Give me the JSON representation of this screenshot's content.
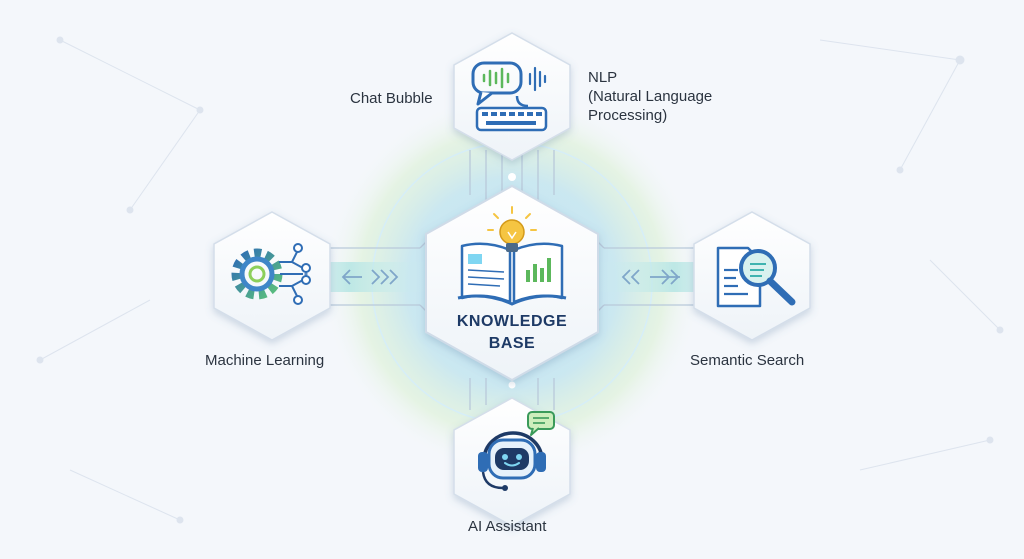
{
  "center": {
    "title_line1": "KNOWLEDGE",
    "title_line2": "BASE",
    "icon": "book-lightbulb-icon"
  },
  "nodes": {
    "top": {
      "label": "Chat Bubble",
      "icon": "chat-keyboard-icon"
    },
    "top_right_label": {
      "line1": "NLP",
      "line2": "(Natural Language",
      "line3": "Processing)"
    },
    "left": {
      "label": "Machine Learning",
      "icon": "gear-network-icon"
    },
    "right": {
      "label": "Semantic Search",
      "icon": "document-magnifier-icon"
    },
    "bottom": {
      "label": "AI Assistant",
      "icon": "robot-headset-icon"
    }
  },
  "colors": {
    "background": "#f4f7fb",
    "accent_blue": "#2f6db5",
    "accent_teal": "#3fb3b0",
    "accent_green": "#8ccf5a",
    "bulb_yellow": "#f5c542",
    "text": "#2b3440"
  }
}
